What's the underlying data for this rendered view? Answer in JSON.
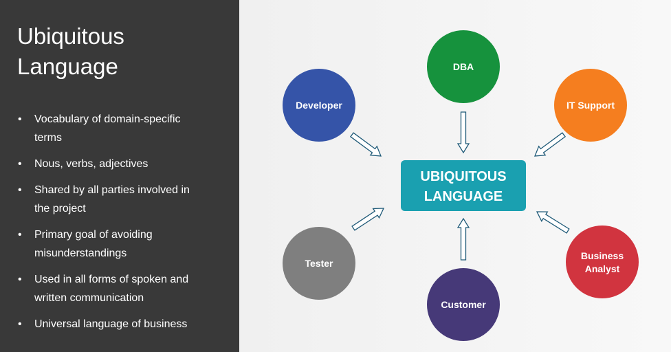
{
  "slide": {
    "title_line1": "Ubiquitous",
    "title_line2": "Language",
    "bullets": [
      [
        "Vocabulary of domain-specific",
        "terms"
      ],
      [
        "Nous, verbs, adjectives"
      ],
      [
        "Shared by all parties involved in",
        "the project"
      ],
      [
        "Primary goal of avoiding",
        "misunderstandings"
      ],
      [
        "Used in all forms of spoken and",
        "written communication"
      ],
      [
        "Universal language of business"
      ]
    ]
  },
  "diagram": {
    "center": {
      "line1": "UBIQUITOUS",
      "line2": "LANGUAGE",
      "color": "#1aa0b0"
    },
    "nodes": [
      {
        "id": "dba",
        "lines": [
          "DBA"
        ],
        "color": "#16923d"
      },
      {
        "id": "developer",
        "lines": [
          "Developer"
        ],
        "color": "#3554a8"
      },
      {
        "id": "it-support",
        "lines": [
          "IT Support"
        ],
        "color": "#f57e1f"
      },
      {
        "id": "tester",
        "lines": [
          "Tester"
        ],
        "color": "#7f7f7f"
      },
      {
        "id": "customer",
        "lines": [
          "Customer"
        ],
        "color": "#463978"
      },
      {
        "id": "business-analyst",
        "lines": [
          "Business",
          "Analyst"
        ],
        "color": "#d1343f"
      }
    ],
    "arrow_color": "#1f5a78"
  }
}
